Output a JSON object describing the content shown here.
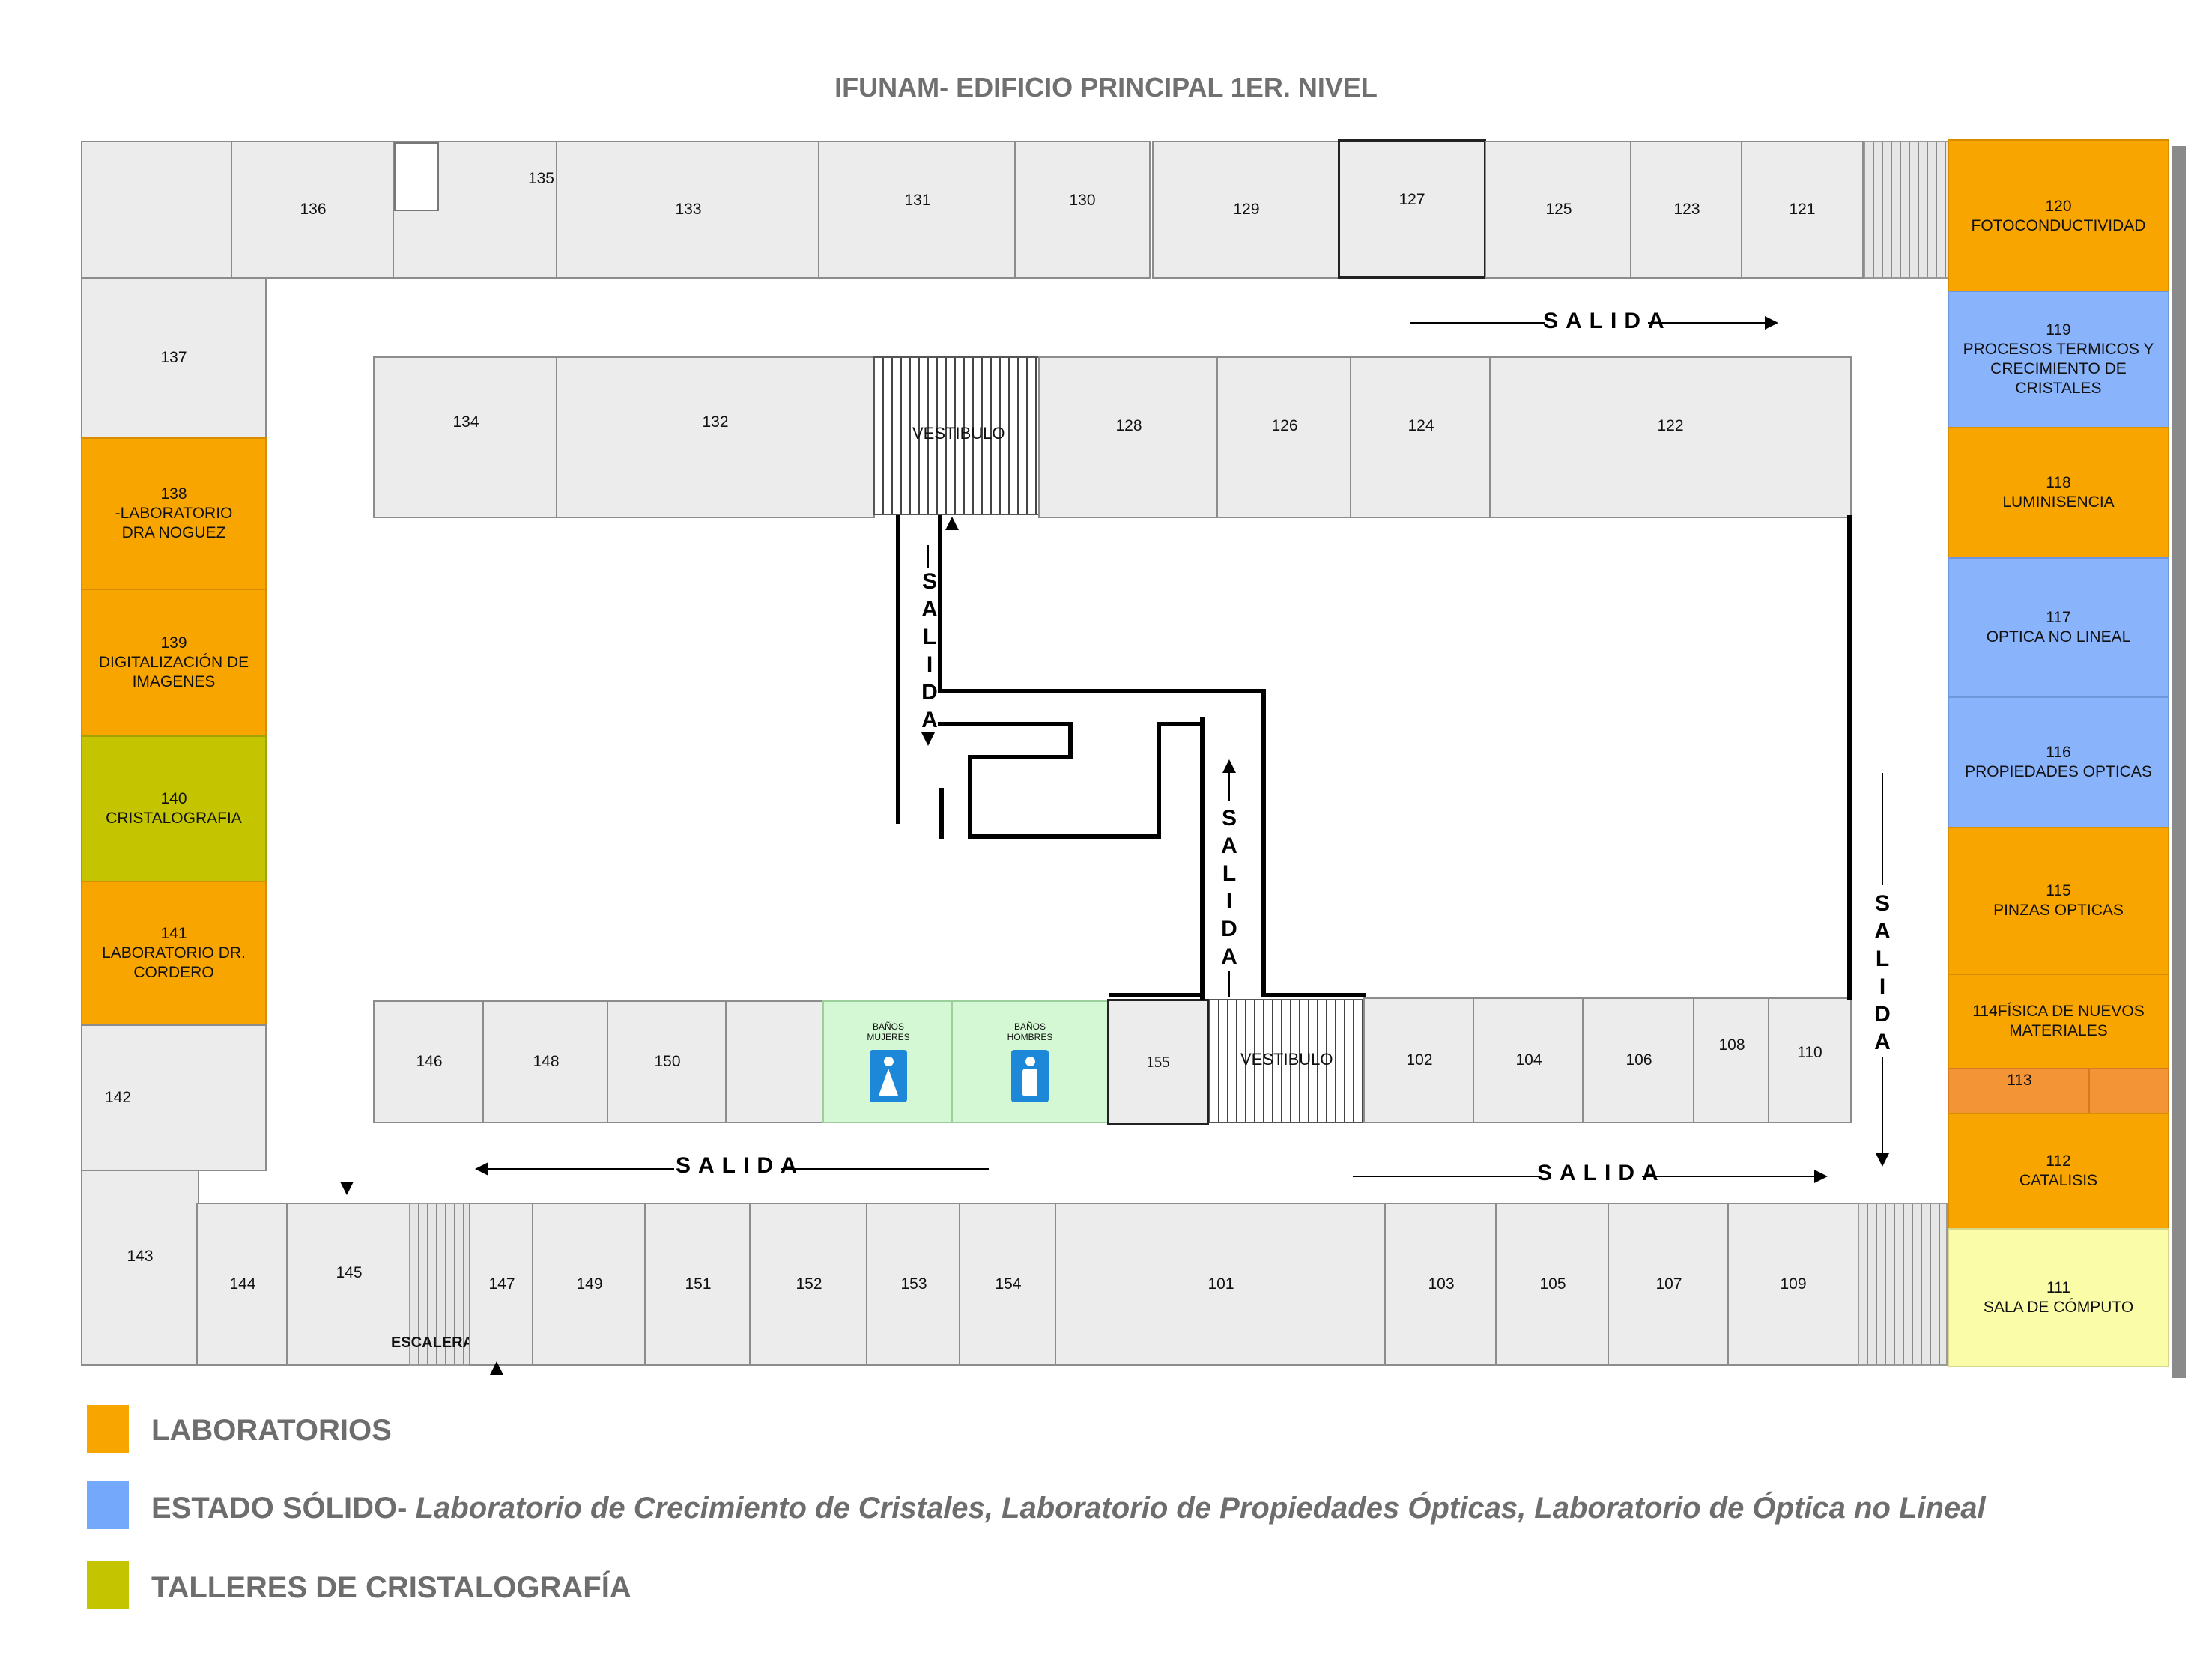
{
  "title": "IFUNAM- EDIFICIO PRINCIPAL 1ER. NIVEL",
  "rooms": {
    "r136": "136",
    "r135": "135",
    "r133": "133",
    "r131": "131",
    "r130": "130",
    "r129": "129",
    "r127": "127",
    "r125": "125",
    "r123": "123",
    "r121": "121",
    "r137": "137",
    "r138_num": "138",
    "r138_name": "-LABORATORIO DRA NOGUEZ",
    "r139_num": "139",
    "r139_name": "DIGITALIZACIÓN DE IMAGENES",
    "r140_num": "140",
    "r140_name": "CRISTALOGRAFIA",
    "r141_num": "141",
    "r141_name": "LABORATORIO DR. CORDERO",
    "r142": "142",
    "r143": "143",
    "r134": "134",
    "r132": "132",
    "r128": "128",
    "r126": "126",
    "r124": "124",
    "r122": "122",
    "r146": "146",
    "r148": "148",
    "r150": "150",
    "r155": "155",
    "r102": "102",
    "r104": "104",
    "r106": "106",
    "r108": "108",
    "r110": "110",
    "r144": "144",
    "r145": "145",
    "r147": "147",
    "r149": "149",
    "r151": "151",
    "r152": "152",
    "r153": "153",
    "r154": "154",
    "r101": "101",
    "r103": "103",
    "r105": "105",
    "r107": "107",
    "r109": "109",
    "r120_num": "120",
    "r120_name": "FOTOCONDUCTIVIDAD",
    "r119_num": "119",
    "r119_name": "PROCESOS TERMICOS Y CRECIMIENTO DE CRISTALES",
    "r118_num": "118",
    "r118_name": "LUMINISENCIA",
    "r117_num": "117",
    "r117_name": "OPTICA NO LINEAL",
    "r116_num": "116",
    "r116_name": "PROPIEDADES OPTICAS",
    "r115_num": "115",
    "r115_name": "PINZAS OPTICAS",
    "r114": "114FÍSICA DE NUEVOS MATERIALES",
    "r113": "113",
    "r112_num": "112",
    "r112_name": "CATALISIS",
    "r111_num": "111",
    "r111_name": "SALA DE CÓMPUTO"
  },
  "baths": {
    "women": "BAÑOS MUJERES",
    "men": "BAÑOS HOMBRES"
  },
  "vestibulo": "VESTIBULO",
  "escaleras": "ESCALERAS",
  "exit": "SALIDA",
  "exit_vertical": [
    "S",
    "A",
    "L",
    "I",
    "D",
    "A"
  ],
  "icons": {
    "women": "woman-restroom-icon",
    "men": "man-restroom-icon"
  },
  "legend": {
    "labs": {
      "color": "#f9a500",
      "label": "LABORATORIOS"
    },
    "solid": {
      "color": "#74a8fb",
      "label": "ESTADO SÓLIDO-",
      "detail": " Laboratorio de Crecimiento de Cristales, Laboratorio de Propiedades Ópticas, Laboratorio de Óptica no Lineal"
    },
    "crys": {
      "color": "#c4c500",
      "label": "TALLERES DE CRISTALOGRAFÍA"
    }
  },
  "colors": {
    "lab": "#f9a500",
    "solid": "#89b3fb",
    "crys": "#c4c500",
    "comp": "#fbfca8",
    "bath": "#d4f7d4"
  }
}
